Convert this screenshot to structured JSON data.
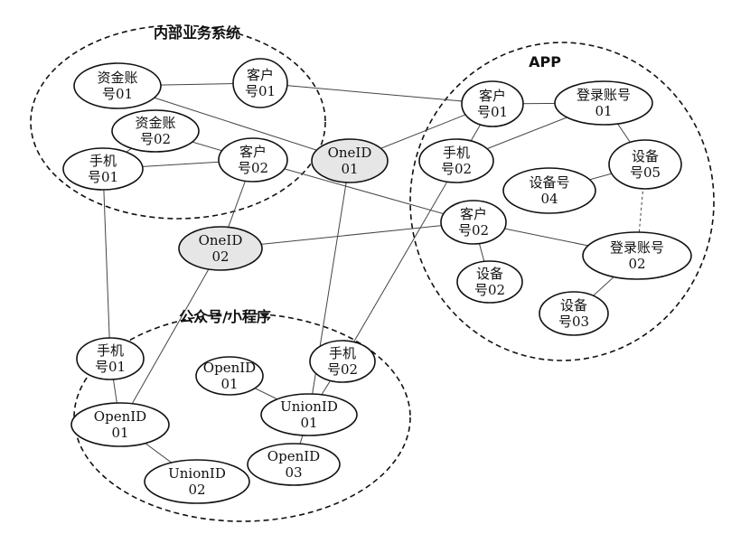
{
  "groups": [
    {
      "id": "internal",
      "title": "内部业务系统"
    },
    {
      "id": "app",
      "title": "APP"
    },
    {
      "id": "wechat",
      "title": "公众号/小程序"
    }
  ],
  "nodes": [
    {
      "id": "zjzh01",
      "lines": [
        "资金账",
        "号01"
      ],
      "highlight": false
    },
    {
      "id": "kh01_internal",
      "lines": [
        "客户",
        "号01"
      ],
      "highlight": false
    },
    {
      "id": "zjzh02",
      "lines": [
        "资金账",
        "号02"
      ],
      "highlight": false
    },
    {
      "id": "sj01_internal",
      "lines": [
        "手机",
        "号01"
      ],
      "highlight": false
    },
    {
      "id": "kh02_internal",
      "lines": [
        "客户",
        "号02"
      ],
      "highlight": false
    },
    {
      "id": "oneid01",
      "lines": [
        "OneID",
        "01"
      ],
      "highlight": true
    },
    {
      "id": "oneid02",
      "lines": [
        "OneID",
        "02"
      ],
      "highlight": true
    },
    {
      "id": "kh01_app",
      "lines": [
        "客户",
        "号01"
      ],
      "highlight": false
    },
    {
      "id": "dlzh01",
      "lines": [
        "登录账号",
        "01"
      ],
      "highlight": false
    },
    {
      "id": "sj02_app",
      "lines": [
        "手机",
        "号02"
      ],
      "highlight": false
    },
    {
      "id": "sb05",
      "lines": [
        "设备",
        "号05"
      ],
      "highlight": false
    },
    {
      "id": "sb04",
      "lines": [
        "设备号",
        "04"
      ],
      "highlight": false
    },
    {
      "id": "kh02_app",
      "lines": [
        "客户",
        "号02"
      ],
      "highlight": false
    },
    {
      "id": "dlzh02",
      "lines": [
        "登录账号",
        "02"
      ],
      "highlight": false
    },
    {
      "id": "sb02",
      "lines": [
        "设备",
        "号02"
      ],
      "highlight": false
    },
    {
      "id": "sb03",
      "lines": [
        "设备",
        "号03"
      ],
      "highlight": false
    },
    {
      "id": "sj01_wechat",
      "lines": [
        "手机",
        "号01"
      ],
      "highlight": false
    },
    {
      "id": "openid01_top",
      "lines": [
        "OpenID",
        "01"
      ],
      "highlight": false
    },
    {
      "id": "sj02_wechat",
      "lines": [
        "手机",
        "号02"
      ],
      "highlight": false
    },
    {
      "id": "openid01",
      "lines": [
        "OpenID",
        "01"
      ],
      "highlight": false
    },
    {
      "id": "unionid01",
      "lines": [
        "UnionID",
        "01"
      ],
      "highlight": false
    },
    {
      "id": "openid03",
      "lines": [
        "OpenID",
        "03"
      ],
      "highlight": false
    },
    {
      "id": "unionid02",
      "lines": [
        "UnionID",
        "02"
      ],
      "highlight": false
    }
  ],
  "edges": [
    {
      "from": "zjzh01",
      "to": "kh01_internal",
      "style": "solid"
    },
    {
      "from": "zjzh01",
      "to": "oneid01",
      "style": "solid"
    },
    {
      "from": "kh01_internal",
      "to": "kh01_app",
      "style": "solid"
    },
    {
      "from": "zjzh02",
      "to": "sj01_internal",
      "style": "solid"
    },
    {
      "from": "zjzh02",
      "to": "kh02_internal",
      "style": "solid"
    },
    {
      "from": "sj01_internal",
      "to": "kh02_internal",
      "style": "solid"
    },
    {
      "from": "sj01_internal",
      "to": "sj01_wechat",
      "style": "solid"
    },
    {
      "from": "kh02_internal",
      "to": "oneid02",
      "style": "solid"
    },
    {
      "from": "kh02_internal",
      "to": "kh02_app",
      "style": "solid"
    },
    {
      "from": "oneid01",
      "to": "kh01_app",
      "style": "solid"
    },
    {
      "from": "oneid01",
      "to": "unionid01",
      "style": "solid"
    },
    {
      "from": "oneid02",
      "to": "kh02_app",
      "style": "solid"
    },
    {
      "from": "oneid02",
      "to": "openid01",
      "style": "solid"
    },
    {
      "from": "kh01_app",
      "to": "dlzh01",
      "style": "solid"
    },
    {
      "from": "kh01_app",
      "to": "sj02_wechat",
      "style": "solid"
    },
    {
      "from": "sj02_app",
      "to": "dlzh01",
      "style": "solid"
    },
    {
      "from": "dlzh01",
      "to": "sb05",
      "style": "solid"
    },
    {
      "from": "sb04",
      "to": "sb05",
      "style": "solid"
    },
    {
      "from": "sb05",
      "to": "dlzh02",
      "style": "dotted"
    },
    {
      "from": "kh02_app",
      "to": "sb02",
      "style": "solid"
    },
    {
      "from": "kh02_app",
      "to": "dlzh02",
      "style": "solid"
    },
    {
      "from": "dlzh02",
      "to": "sb03",
      "style": "solid"
    },
    {
      "from": "sj01_wechat",
      "to": "openid01",
      "style": "solid"
    },
    {
      "from": "openid01_top",
      "to": "unionid01",
      "style": "solid"
    },
    {
      "from": "sj02_wechat",
      "to": "unionid01",
      "style": "solid"
    },
    {
      "from": "unionid01",
      "to": "openid03",
      "style": "solid"
    },
    {
      "from": "openid01",
      "to": "unionid02",
      "style": "solid"
    }
  ]
}
